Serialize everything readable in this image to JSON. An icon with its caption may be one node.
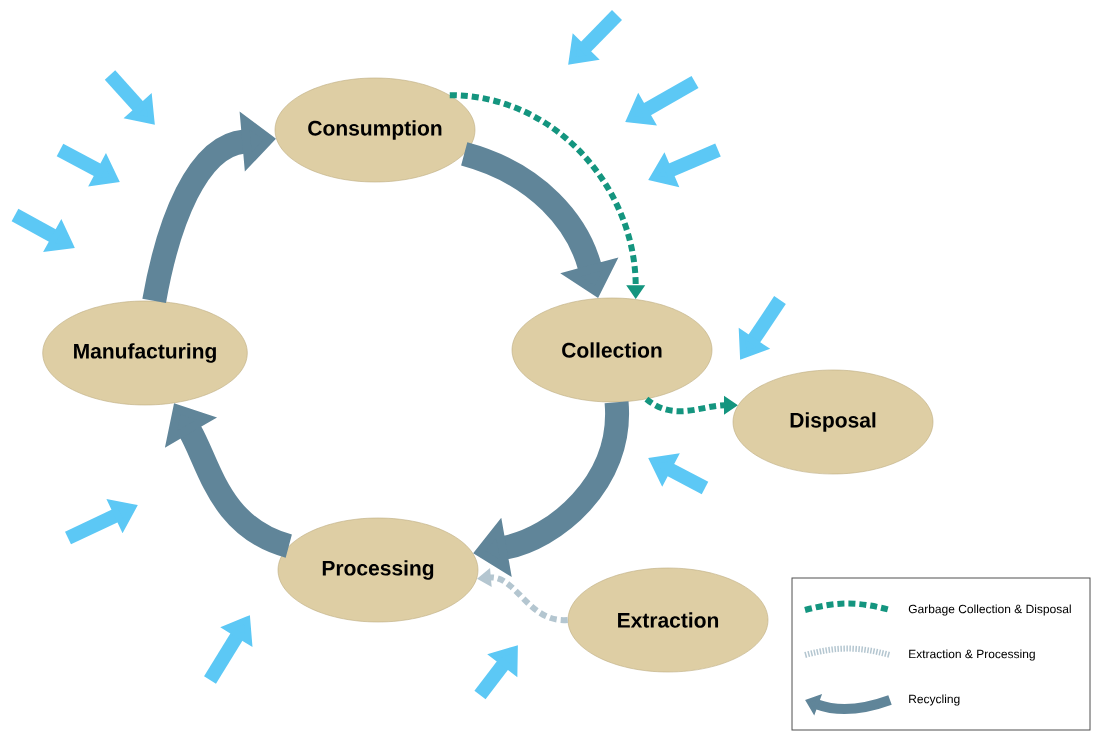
{
  "diagram": {
    "nodes": [
      {
        "text": [
          "Consumption"
        ]
      },
      {
        "text": [
          "Collection"
        ]
      },
      {
        "text": [
          "Disposal"
        ]
      },
      {
        "text": [
          "Manufacturing"
        ]
      },
      {
        "text": [
          "Processing"
        ]
      },
      {
        "text": [
          "Extraction"
        ]
      }
    ],
    "edges": [
      {
        "from": 0,
        "to": 1,
        "arrow": "to"
      },
      {
        "from": 1,
        "to": 4,
        "arrow": "to"
      },
      {
        "from": 4,
        "to": 3,
        "arrow": "to"
      },
      {
        "from": 3,
        "to": 0,
        "arrow": "to"
      },
      {
        "from": 0,
        "to": 1,
        "arrow": "to",
        "style": "dashed",
        "color": "#14957f"
      },
      {
        "from": 1,
        "to": 2,
        "arrow": "to",
        "style": "dashed",
        "color": "#14957f"
      },
      {
        "from": 5,
        "to": 4,
        "arrow": "to",
        "style": "dashed",
        "color": "#b4c6d0"
      }
    ],
    "legend": [
      {
        "text": "Garbage Collection & Disposal"
      },
      {
        "text": "Extraction & Processing"
      },
      {
        "text": "Recycling"
      }
    ]
  }
}
